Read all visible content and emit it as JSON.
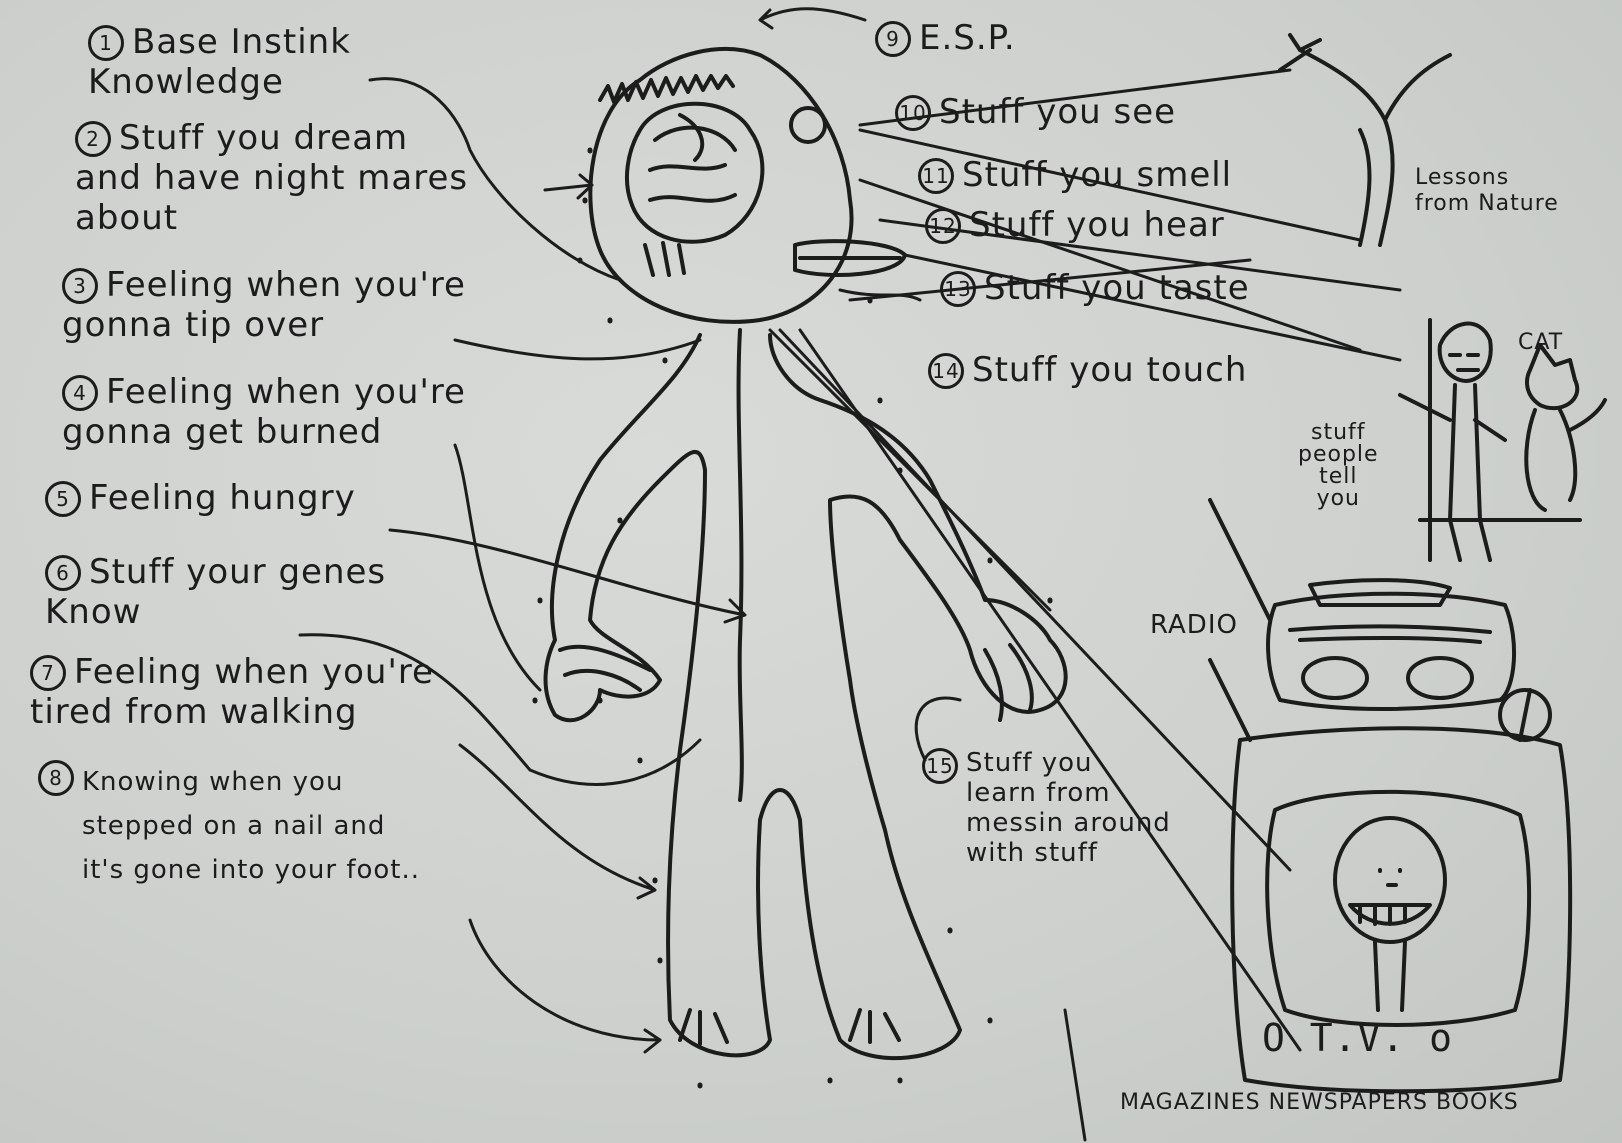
{
  "labels": {
    "l1": {
      "num": "1",
      "text": "Base Instink\nKnowledge"
    },
    "l2": {
      "num": "2",
      "text": "Stuff you dream\nand have night mares\nabout"
    },
    "l3": {
      "num": "3",
      "text": "Feeling when you're\ngonna tip over"
    },
    "l4": {
      "num": "4",
      "text": "Feeling when you're\ngonna get burned"
    },
    "l5": {
      "num": "5",
      "text": "Feeling hungry"
    },
    "l6": {
      "num": "6",
      "text": "Stuff your genes\nKnow"
    },
    "l7": {
      "num": "7",
      "text": "Feeling when you're\ntired from walking"
    },
    "l8": {
      "num": "8",
      "text": "Knowing when you\nstepped on a nail and\nit's gone into your foot.."
    },
    "l9": {
      "num": "9",
      "text": "E.S.P."
    },
    "l10": {
      "num": "10",
      "text": "Stuff you see"
    },
    "l11": {
      "num": "11",
      "text": "Stuff you smell"
    },
    "l12": {
      "num": "12",
      "text": "Stuff you hear"
    },
    "l13": {
      "num": "13",
      "text": "Stuff you taste"
    },
    "l14": {
      "num": "14",
      "text": "Stuff you touch"
    },
    "l15": {
      "num": "15",
      "text": "Stuff you\nlearn from\nmessin around\nwith stuff"
    }
  },
  "extras": {
    "lessons": "Lessons\nfrom Nature",
    "cat": "CAT",
    "people": "stuff\npeople\ntell\nyou",
    "radio": "RADIO",
    "tv": "O T.V. o",
    "media": "MAGAZINES NEWSPAPERS BOOKS",
    "eye_mark": "O"
  },
  "icons": [
    "brain-icon",
    "stick-figure",
    "tree-icon",
    "person-icon",
    "cat-icon",
    "radio-icon",
    "tv-icon"
  ]
}
